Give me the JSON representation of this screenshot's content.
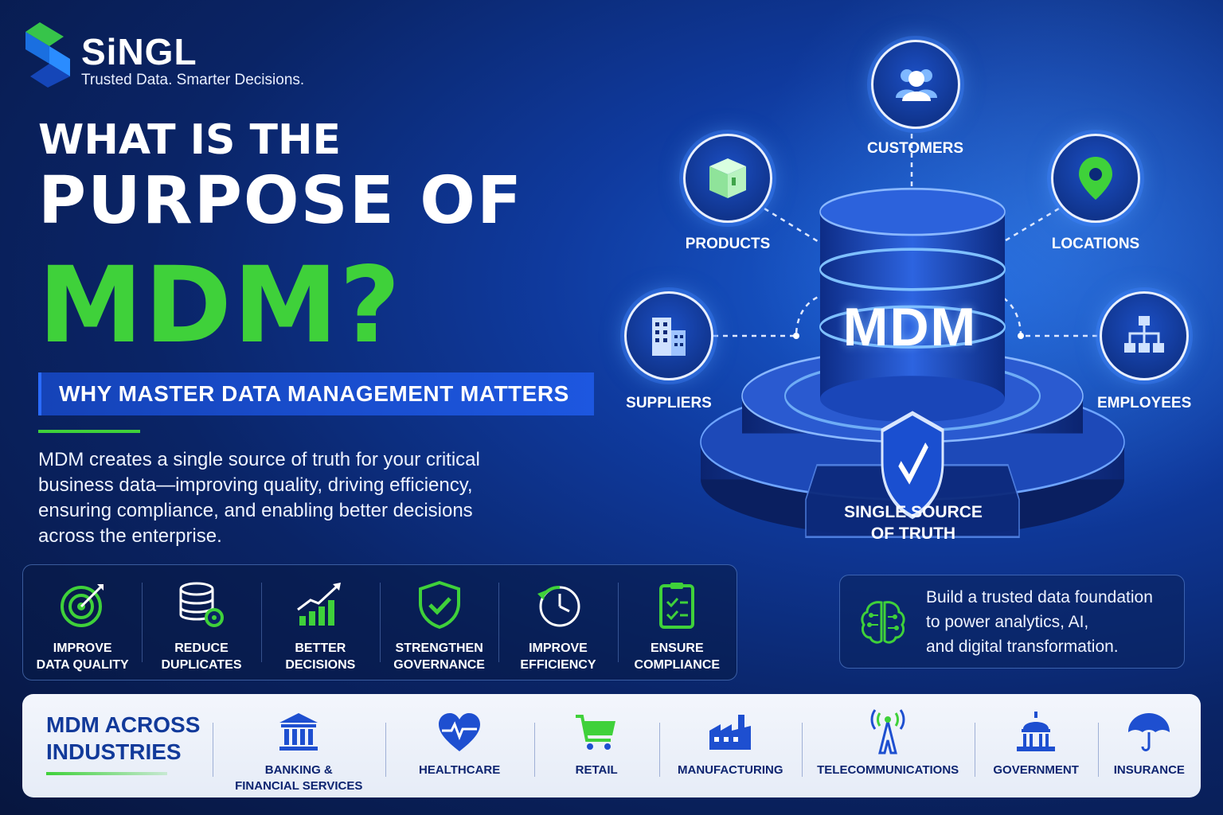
{
  "brand": {
    "name": "SiNGL",
    "tagline": "Trusted Data. Smarter Decisions."
  },
  "headline": {
    "line1": "WHAT IS THE",
    "line2": "PURPOSE OF",
    "line3": "MDM?"
  },
  "subheading": "WHY MASTER DATA MANAGEMENT MATTERS",
  "description": "MDM creates a single source of truth for your critical business data—improving quality, driving efficiency, ensuring compliance, and enabling better decisions across the enterprise.",
  "benefits": [
    {
      "label": "IMPROVE\nDATA QUALITY",
      "icon": "target-icon"
    },
    {
      "label": "REDUCE\nDUPLICATES",
      "icon": "database-gear-icon"
    },
    {
      "label": "BETTER\nDECISIONS",
      "icon": "growth-chart-icon"
    },
    {
      "label": "STRENGTHEN\nGOVERNANCE",
      "icon": "shield-check-icon"
    },
    {
      "label": "IMPROVE\nEFFICIENCY",
      "icon": "clock-refresh-icon"
    },
    {
      "label": "ENSURE\nCOMPLIANCE",
      "icon": "clipboard-check-icon"
    }
  ],
  "diagram": {
    "center": "MDM",
    "center_caption": "SINGLE SOURCE\nOF TRUTH",
    "nodes": {
      "customers": "CUSTOMERS",
      "products": "PRODUCTS",
      "locations": "LOCATIONS",
      "suppliers": "SUPPLIERS",
      "employees": "EMPLOYEES"
    }
  },
  "foundation": {
    "text": "Build a trusted data foundation\nto power analytics, AI,\nand digital transformation.",
    "icon": "brain-circuit-icon"
  },
  "industries": {
    "title": "MDM ACROSS\nINDUSTRIES",
    "items": [
      {
        "label": "BANKING &\nFINANCIAL SERVICES",
        "icon": "bank-icon"
      },
      {
        "label": "HEALTHCARE",
        "icon": "heart-pulse-icon"
      },
      {
        "label": "RETAIL",
        "icon": "cart-icon"
      },
      {
        "label": "MANUFACTURING",
        "icon": "factory-icon"
      },
      {
        "label": "TELECOMMUNICATIONS",
        "icon": "tower-icon"
      },
      {
        "label": "GOVERNMENT",
        "icon": "capitol-icon"
      },
      {
        "label": "INSURANCE",
        "icon": "umbrella-icon"
      }
    ]
  },
  "colors": {
    "accent_green": "#3fd13a",
    "brand_blue": "#1d57e0",
    "navy": "#07163f",
    "industry_blue": "#1e4fd0"
  }
}
